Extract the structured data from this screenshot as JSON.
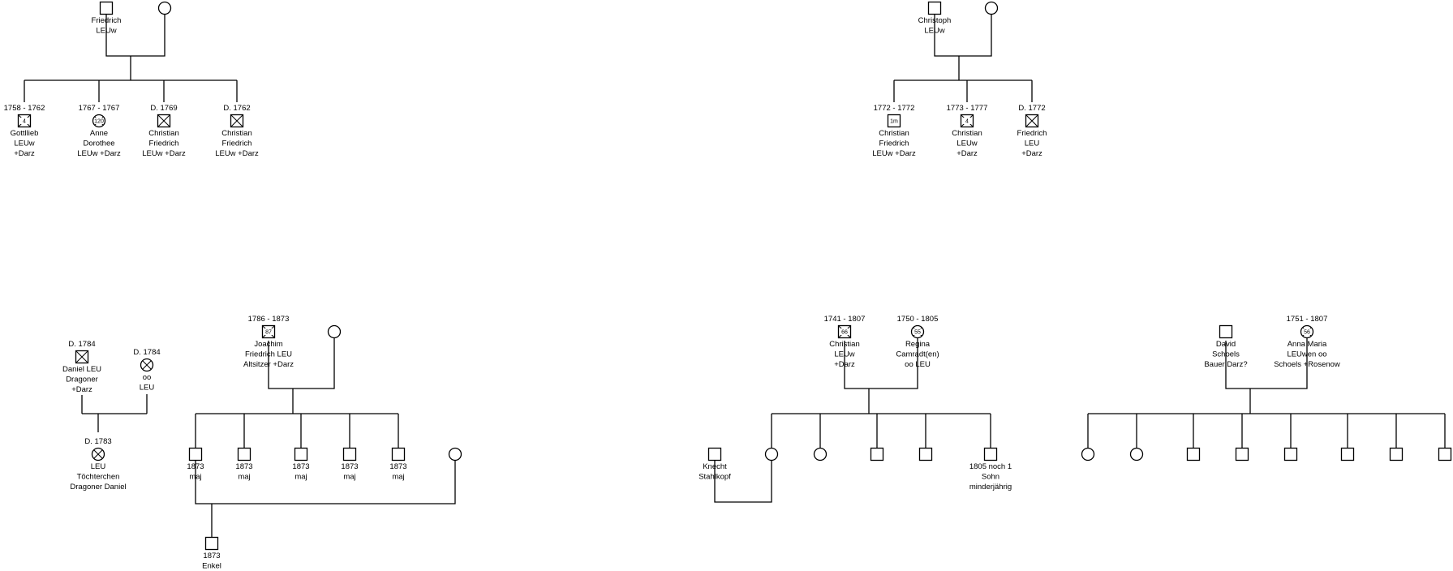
{
  "persons": {
    "friedrich_father": {
      "label": [
        "Friedrich",
        "LEUw"
      ]
    },
    "gottlieb": {
      "dates": "1758 - 1762",
      "label": [
        "Gottllieb",
        "LEUw",
        "+Darz"
      ],
      "symbol_text": "4"
    },
    "anne_dorothee": {
      "dates": "1767 - 1767",
      "label": [
        "Anne",
        "Dorothee",
        "LEUw +Darz"
      ],
      "symbol_text": "120"
    },
    "christian_friedrich_1769": {
      "dates": "D. 1769",
      "label": [
        "Christian",
        "Friedrich",
        "LEUw +Darz"
      ]
    },
    "christian_friedrich_1762": {
      "dates": "D. 1762",
      "label": [
        "Christian",
        "Friedrich",
        "LEUw +Darz"
      ]
    },
    "christoph_father": {
      "label": [
        "Christoph",
        "LEUw"
      ]
    },
    "christian_friedrich_1772": {
      "dates": "1772 - 1772",
      "label": [
        "Christian",
        "Friedrich",
        "LEUw +Darz"
      ],
      "symbol_text": "1m"
    },
    "christian_1773": {
      "dates": "1773 - 1777",
      "label": [
        "Christian",
        "LEUw",
        "+Darz"
      ],
      "symbol_text": "4"
    },
    "friedrich_1772": {
      "dates": "D. 1772",
      "label": [
        "Friedrich",
        "LEU",
        "+Darz"
      ]
    },
    "daniel_leu": {
      "dates": "D. 1784",
      "label": [
        "Daniel LEU",
        "Dragoner",
        "+Darz"
      ]
    },
    "daniel_wife": {
      "dates": "D. 1784",
      "label": [
        "oo",
        "LEU"
      ]
    },
    "toechterchen": {
      "dates": "D. 1783",
      "label": [
        "LEU",
        "Töchterchen",
        "Dragoner Daniel"
      ]
    },
    "joachim": {
      "dates": "1786 - 1873",
      "label": [
        "Joachim",
        "Friedrich  LEU",
        "Altsitzer +Darz"
      ],
      "symbol_text": "87"
    },
    "maj": {
      "dates": "1873",
      "label": [
        "maj"
      ]
    },
    "enkel": {
      "dates": "1873",
      "label": [
        "Enkel"
      ]
    },
    "christian_1741": {
      "dates": "1741 - 1807",
      "label": [
        "Christian",
        "LEUw",
        "+Darz"
      ],
      "symbol_text": "66"
    },
    "regina": {
      "dates": "1750 - 1805",
      "label": [
        "Regina",
        "Camradt(en)",
        "oo LEU"
      ],
      "symbol_text": "55"
    },
    "knecht": {
      "label": [
        "Knecht",
        "Stahlkopf"
      ]
    },
    "son_1805": {
      "label": [
        "1805 noch 1",
        "Sohn",
        "minderjährig"
      ]
    },
    "david_schoels": {
      "label": [
        "David",
        "Schoels",
        "Bauer Darz?"
      ]
    },
    "anna_maria": {
      "dates": "1751 - 1807",
      "label": [
        "Anna Maria",
        "LEUwen oo",
        "Schoels +Rosenow"
      ],
      "symbol_text": "56"
    }
  }
}
